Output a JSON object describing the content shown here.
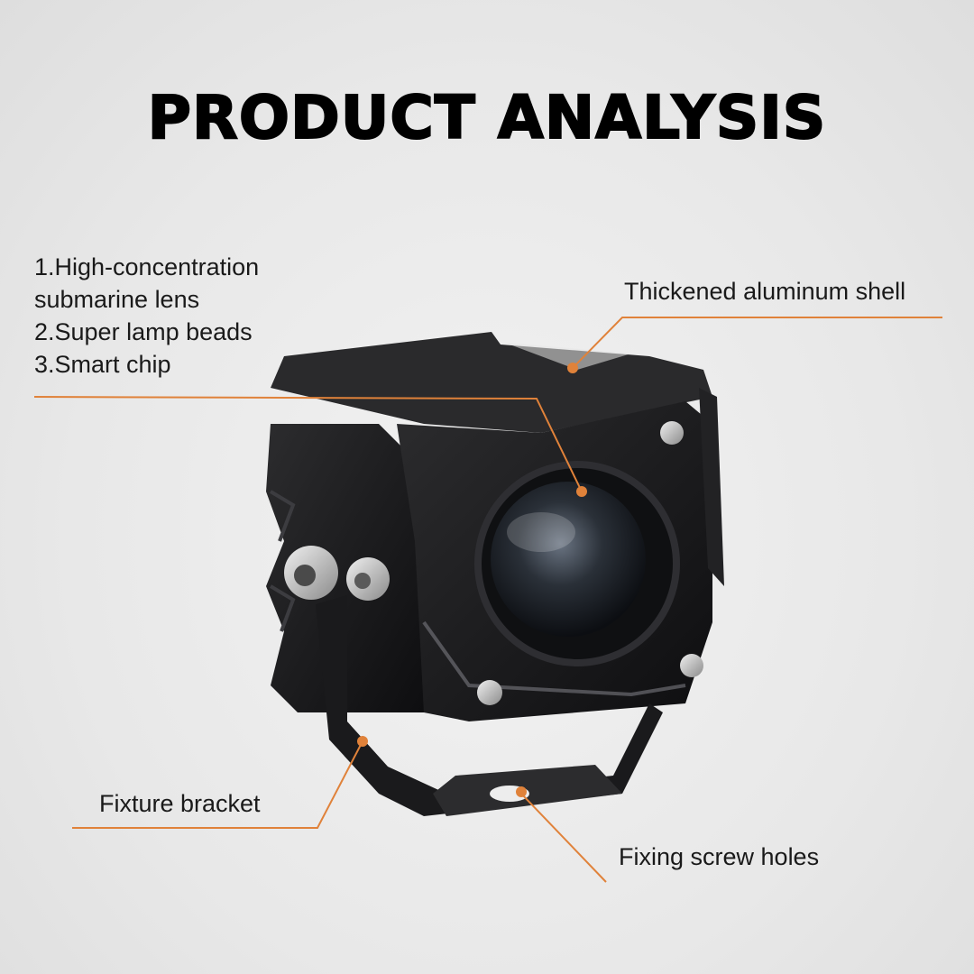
{
  "title": "PRODUCT ANALYSIS",
  "features": [
    "1.High-concentration",
    "submarine lens",
    "2.Super lamp beads",
    "3.Smart chip"
  ],
  "callouts": {
    "shell": "Thickened aluminum shell",
    "bracket": "Fixture bracket",
    "holes": "Fixing screw holes"
  },
  "colors": {
    "background": "#e8e8e8",
    "title": "#000000",
    "callout_line": "#e0823a",
    "lamp_body": "#1c1c1e"
  }
}
